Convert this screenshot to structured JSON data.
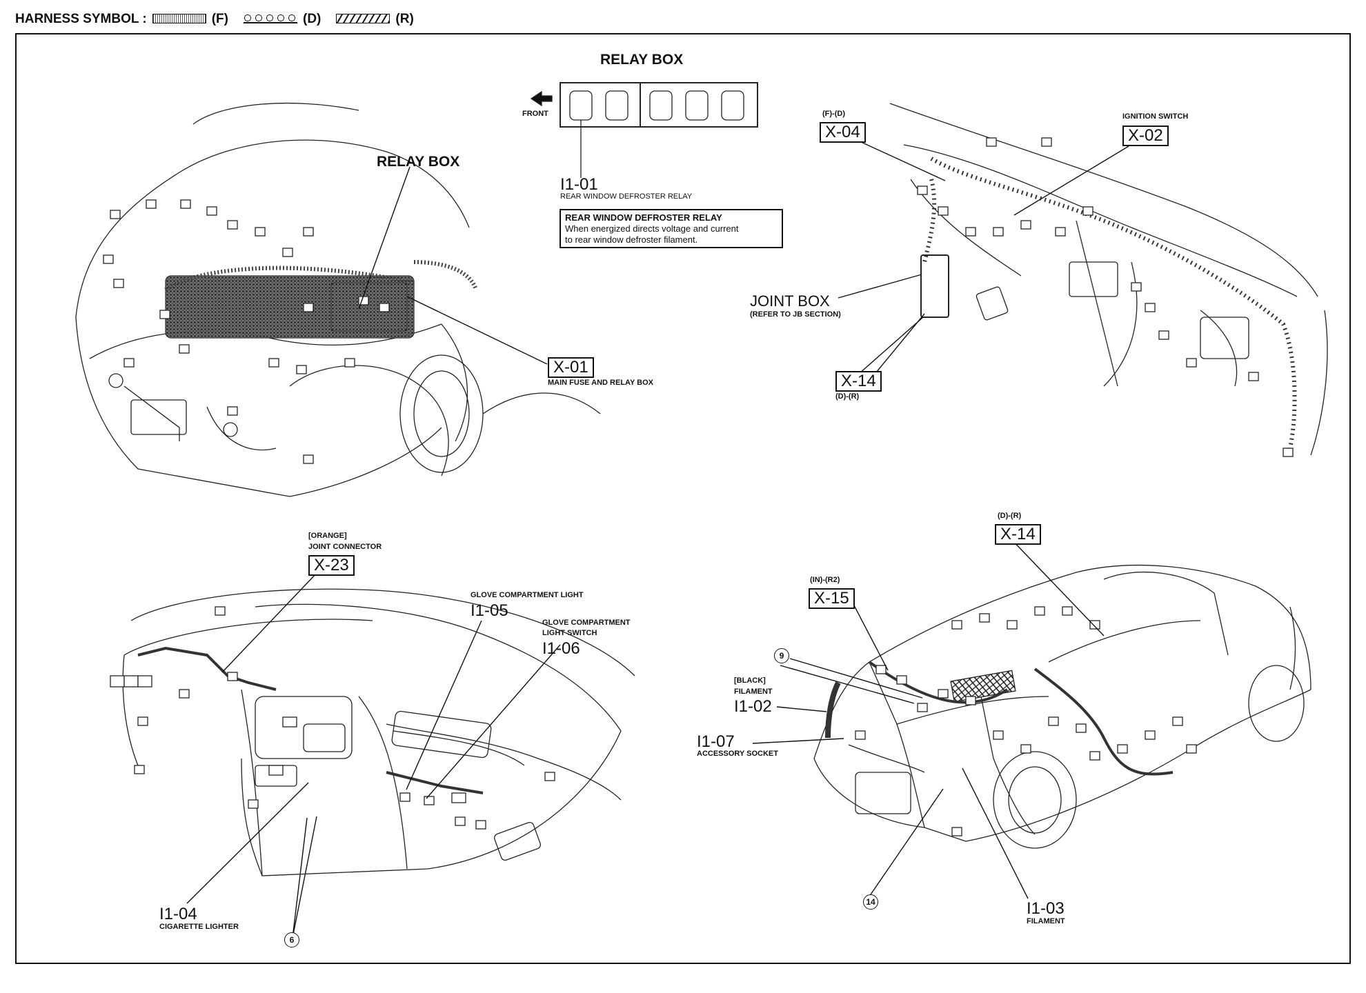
{
  "harness": {
    "label": "HARNESS SYMBOL :",
    "items": [
      {
        "code": "(F)",
        "pattern": "dotted"
      },
      {
        "code": "(D)",
        "pattern": "circles"
      },
      {
        "code": "(R)",
        "pattern": "hatched"
      }
    ]
  },
  "relay_box_panel": {
    "title": "RELAY BOX",
    "front_label": "FRONT",
    "front_icon": "arrow-left-icon",
    "connector_code": "I1-01",
    "connector_desc": "REAR WINDOW DEFROSTER RELAY",
    "callout": {
      "title": "REAR WINDOW DEFROSTER RELAY",
      "line1": "When energized directs voltage and current",
      "line2": "to rear window defroster filament."
    }
  },
  "engine_view": {
    "relay_box_label": "RELAY BOX",
    "x01_code": "X-01",
    "x01_desc": "MAIN FUSE AND RELAY BOX"
  },
  "dash_view": {
    "x04_harness": "(F)-(D)",
    "x04_code": "X-04",
    "x02_desc": "IGNITION SWITCH",
    "x02_code": "X-02",
    "joint_box_label": "JOINT BOX",
    "joint_box_note": "(REFER TO JB SECTION)",
    "x14_code": "X-14",
    "x14_harness": "(D)-(R)"
  },
  "instrument_view": {
    "x23_color": "[ORANGE]",
    "x23_desc": "JOINT CONNECTOR",
    "x23_code": "X-23",
    "i105_desc": "GLOVE COMPARTMENT LIGHT",
    "i105_code": "I1-05",
    "i106_desc_1": "GLOVE COMPARTMENT",
    "i106_desc_2": "LIGHT SWITCH",
    "i106_code": "I1-06",
    "i104_code": "I1-04",
    "i104_desc": "CIGARETTE LIGHTER",
    "ground_6": "6"
  },
  "rear_view": {
    "x14_harness": "(D)-(R)",
    "x14_code": "X-14",
    "x15_harness": "(IN)-(R2)",
    "x15_code": "X-15",
    "ground_9": "9",
    "i102_color": "[BLACK]",
    "i102_desc": "FILAMENT",
    "i102_code": "I1-02",
    "i107_code": "I1-07",
    "i107_desc": "ACCESSORY SOCKET",
    "ground_14": "14",
    "i103_code": "I1-03",
    "i103_desc": "FILAMENT"
  }
}
